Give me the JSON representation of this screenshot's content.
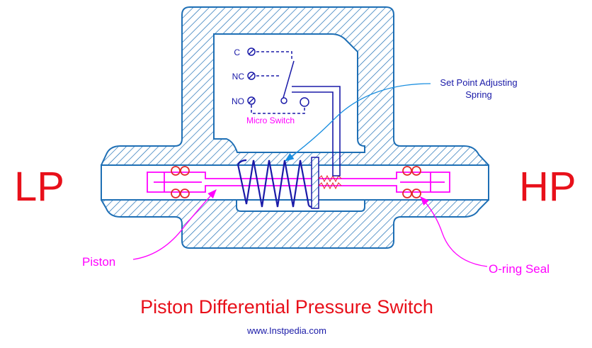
{
  "title": "Piston Differential Pressure Switch",
  "website": "www.Instpedia.com",
  "ports": {
    "low": "LP",
    "high": "HP"
  },
  "terminals": [
    {
      "id": "c",
      "label": "C"
    },
    {
      "id": "nc",
      "label": "NC"
    },
    {
      "id": "no",
      "label": "NO"
    }
  ],
  "labels": {
    "micro_switch": "Micro Switch",
    "spring_line1": "Set Point Adjusting",
    "spring_line2": "Spring",
    "piston": "Piston",
    "oring": "O-ring Seal"
  },
  "colors": {
    "body": "#1e6fb5",
    "piston": "#ff00ff",
    "oring": "#e32b2b",
    "switch": "#1a1aa8",
    "port_text": "#e8101a",
    "title_text": "#e8101a",
    "website_text": "#1a1aa8"
  }
}
